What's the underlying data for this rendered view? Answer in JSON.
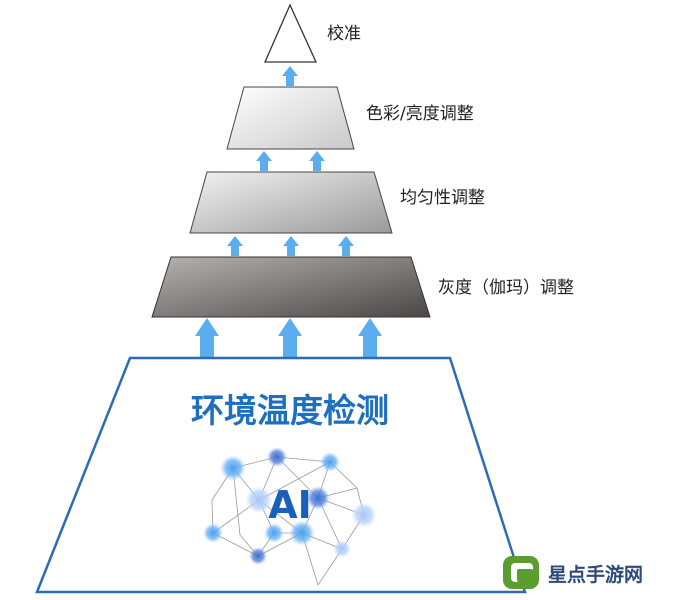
{
  "levels": [
    {
      "label": "校准"
    },
    {
      "label": "色彩/亮度调整"
    },
    {
      "label": "均匀性调整"
    },
    {
      "label": "灰度（伽玛）调整"
    }
  ],
  "base": {
    "title": "环境温度检测",
    "ai_label": "AI"
  },
  "watermark": {
    "text": "星点手游网"
  },
  "colors": {
    "arrow": "#5aaef0",
    "base_stroke": "#2c6cb5",
    "title": "#1f6fc0",
    "logo": "#5a9e2f"
  }
}
